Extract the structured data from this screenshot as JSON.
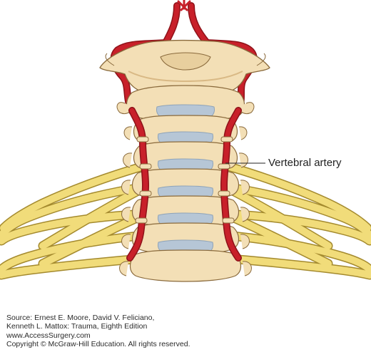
{
  "figure": {
    "callout_label": "Vertebral artery",
    "colors": {
      "bone": "#f3dfb6",
      "bone_shade": "#d9b985",
      "bone_outline": "#8a6a3c",
      "disc": "#b6c6d6",
      "disc_shade": "#8ea3b8",
      "artery": "#c8202a",
      "artery_dark": "#8e1219",
      "nerve": "#f1dc7a",
      "nerve_outline": "#a48a2e",
      "callout_line": "#222222"
    },
    "icons": [
      "vertebral-artery",
      "cervical-vertebra",
      "intervertebral-disc",
      "spinal-nerve-root"
    ]
  },
  "credits": {
    "line1": "Source: Ernest E. Moore, David V. Feliciano,",
    "line2": "Kenneth L. Mattox: Trauma, Eighth Edition",
    "line3": "www.AccessSurgery.com",
    "line4": "Copyright © McGraw-Hill Education. All rights reserved."
  }
}
